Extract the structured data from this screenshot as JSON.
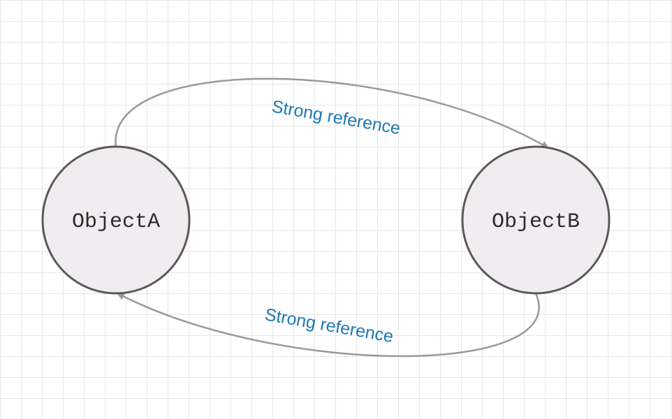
{
  "diagram": {
    "nodes": [
      {
        "id": "a",
        "label": "ObjectA"
      },
      {
        "id": "b",
        "label": "ObjectB"
      }
    ],
    "edges": [
      {
        "from": "a",
        "to": "b",
        "label": "Strong reference"
      },
      {
        "from": "b",
        "to": "a",
        "label": "Strong reference"
      }
    ]
  },
  "colors": {
    "node_fill": "#f0ecf0",
    "node_stroke": "#5a5a5a",
    "edge_stroke": "#999999",
    "edge_label": "#1f78b4",
    "node_text": "#2b2b2b"
  }
}
